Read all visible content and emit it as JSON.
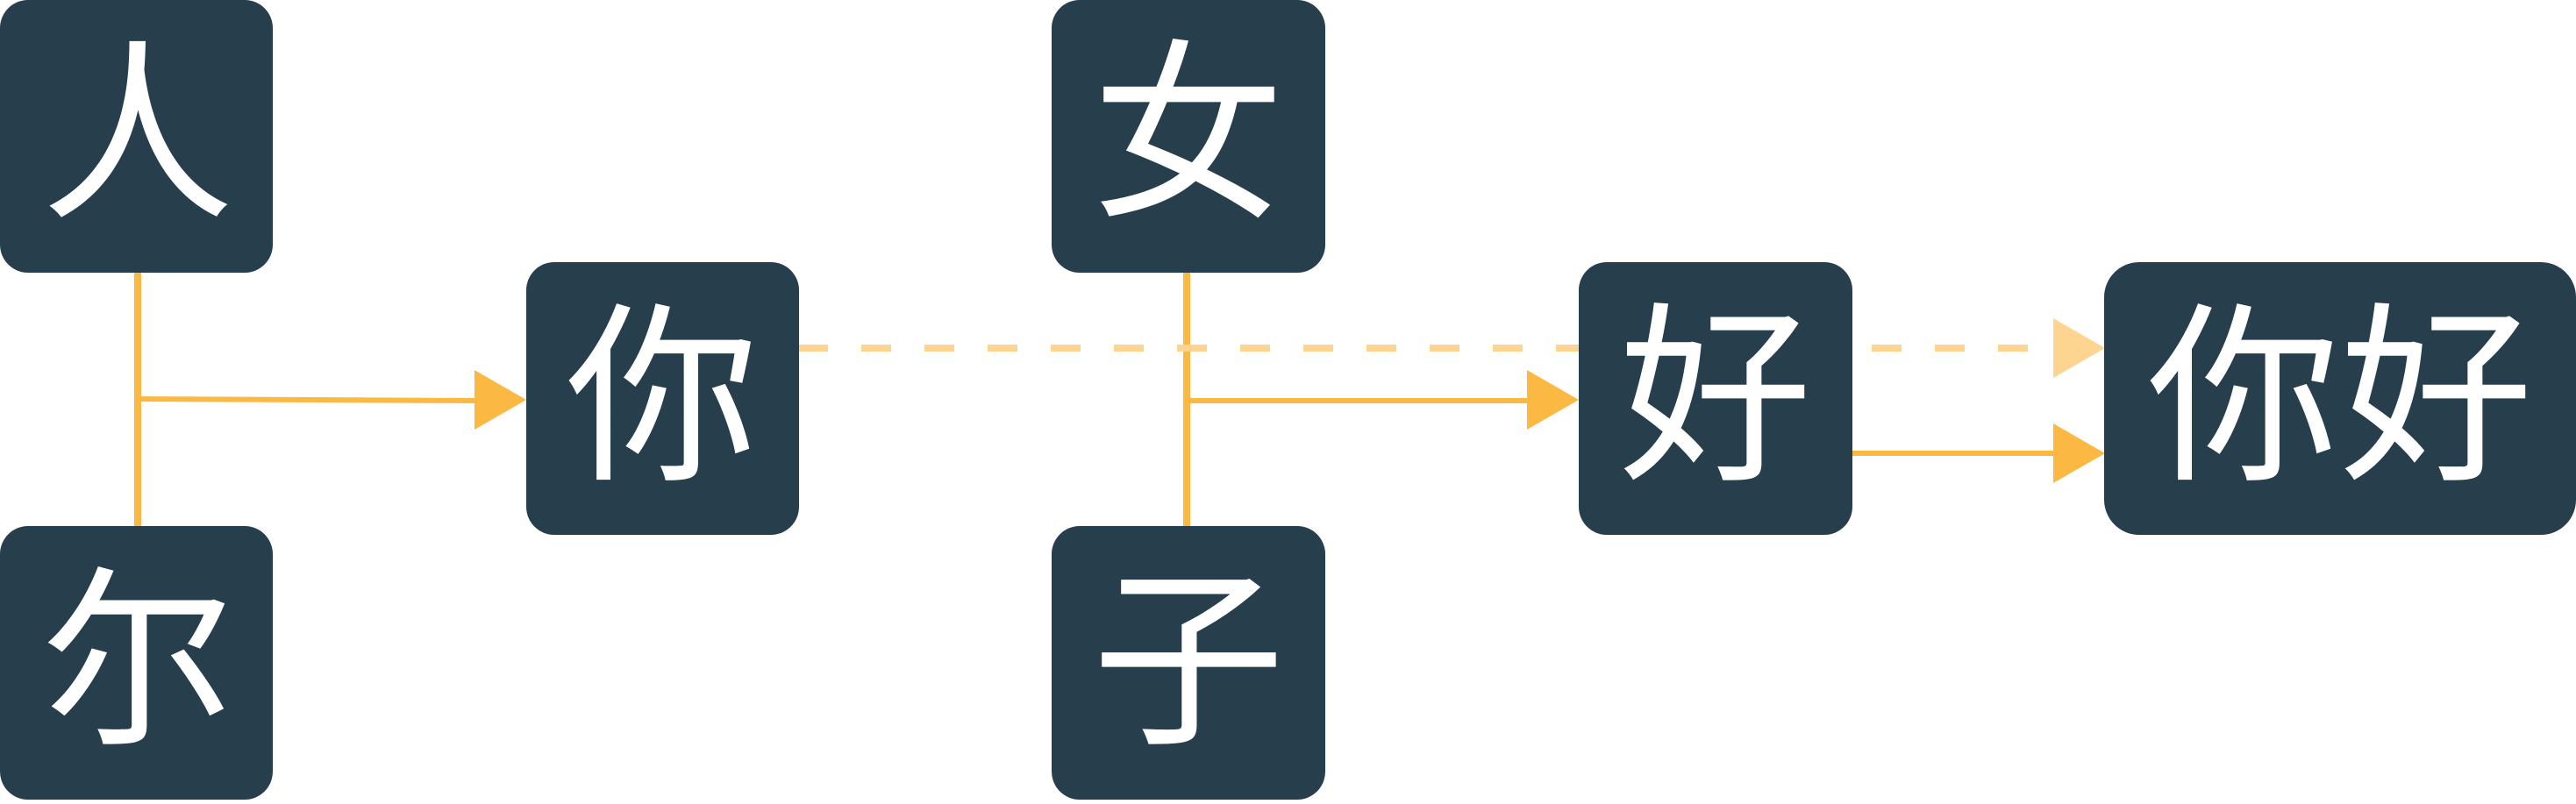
{
  "colors": {
    "box_fill": "#273f4d",
    "text": "#ffffff",
    "connector": "#fbb944",
    "connector_faded": "#fdd590"
  },
  "nodes": {
    "ren": "人",
    "er": "尔",
    "ni": "你",
    "nv": "女",
    "zi": "子",
    "hao": "好",
    "nihao": "你好"
  }
}
